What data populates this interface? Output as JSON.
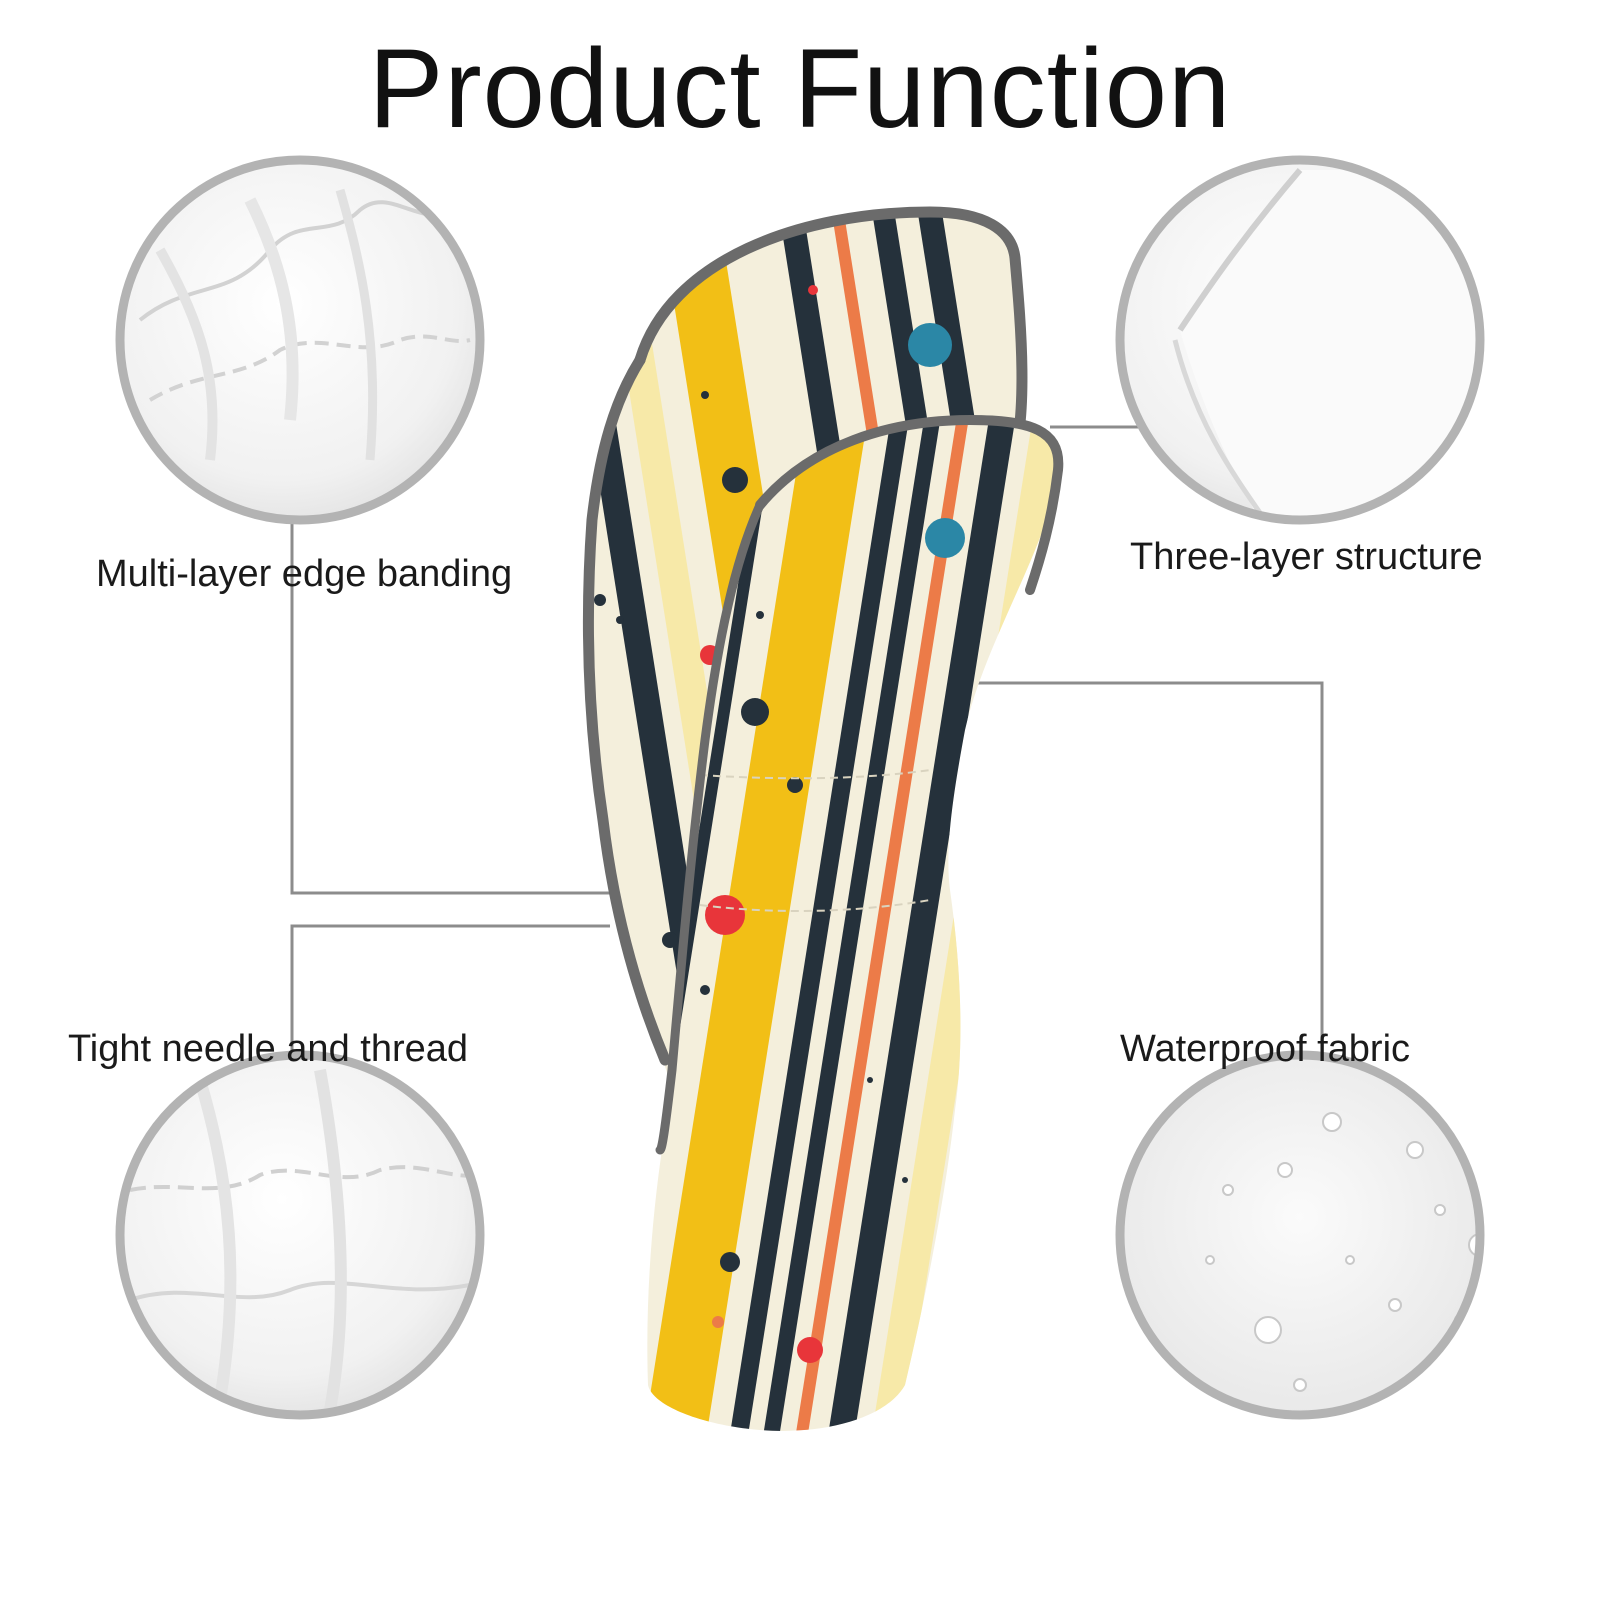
{
  "title": "Product Function",
  "features": {
    "edge_banding": {
      "label": "Multi-layer edge banding",
      "icon": "stitched-edge-closeup-image"
    },
    "three_layer": {
      "label": "Three-layer structure",
      "icon": "layer-edge-closeup-image"
    },
    "needle_thread": {
      "label": "Tight needle and thread",
      "icon": "stitching-closeup-image"
    },
    "waterproof": {
      "label": "Waterproof fabric",
      "icon": "water-droplets-closeup-image"
    }
  },
  "product": {
    "icon": "striped-golf-headcover"
  },
  "colors": {
    "circle_border": "#b3b3b3",
    "leader_line": "#8c8c8c",
    "trim": "#6b6b6b",
    "cream": "#f4efdc",
    "yellow": "#f2bf16",
    "navy": "#25313b",
    "orange": "#ec7b48",
    "red": "#e8353a",
    "blue": "#2b87a6"
  }
}
